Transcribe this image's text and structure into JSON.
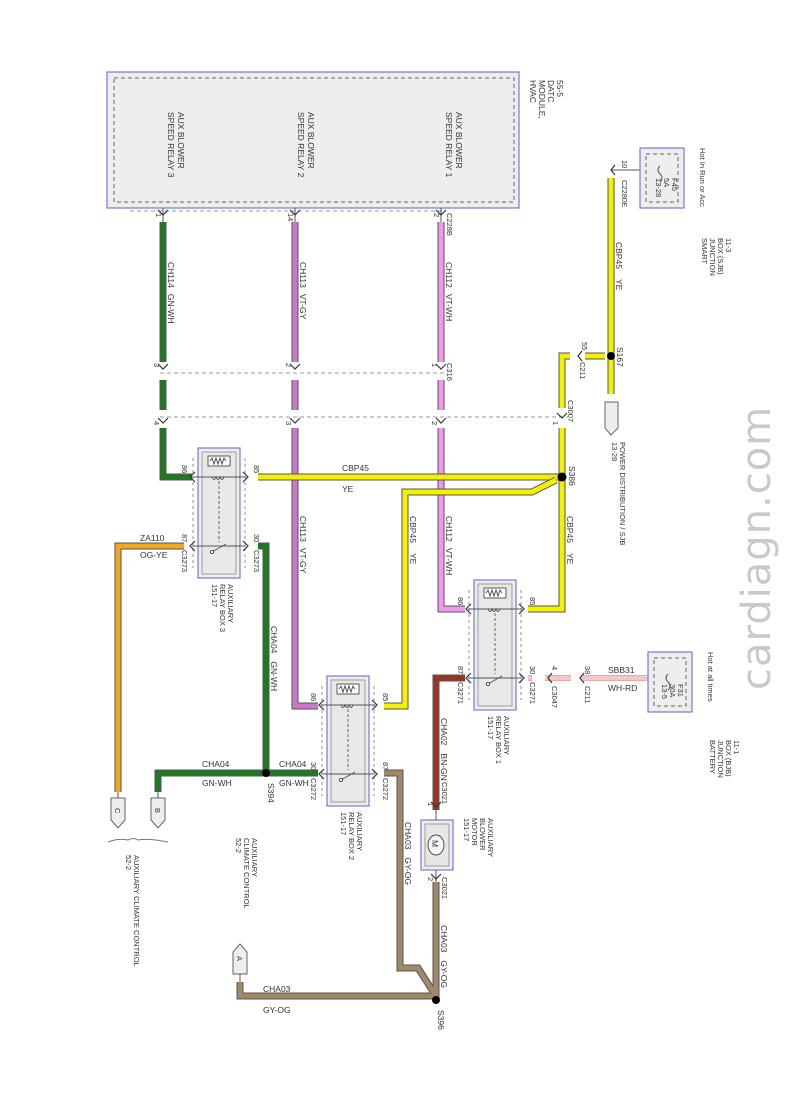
{
  "watermark": "cardiagn.com",
  "hvac_module": {
    "name_lines": [
      "HVAC",
      "MODULE,",
      "DATC",
      "55-5"
    ],
    "outputs": [
      {
        "label_lines": [
          "AUX BLOWER",
          "SPEED RELAY 3"
        ],
        "pin": "1"
      },
      {
        "label_lines": [
          "AUX BLOWER",
          "SPEED RELAY 2"
        ],
        "pin": "14"
      },
      {
        "label_lines": [
          "AUX BLOWER",
          "SPEED RELAY 1"
        ],
        "pin": "2",
        "connector": "C228B"
      }
    ]
  },
  "sjb": {
    "header": "Hot In Run or Acc",
    "fuse": [
      "F45",
      "5A",
      "13-28"
    ],
    "name_lines": [
      "SMART",
      "JUNCTION",
      "BOX (SJB)",
      "11-3"
    ],
    "pin": "10",
    "connector": "C2280E"
  },
  "bjb": {
    "header": "Hot at all times",
    "fuse": [
      "F31",
      "30A",
      "13-5"
    ],
    "name_lines": [
      "BATTERY",
      "JUNCTION",
      "BOX (BJB)",
      "11-1"
    ]
  },
  "power_distribution": {
    "label_lines": [
      "POWER DISTRIBUTION / SJB",
      "13-28"
    ]
  },
  "wires": {
    "ch114": {
      "circuit": "CH114",
      "color": "GN-WH",
      "hex": "#1f7a1f"
    },
    "ch113": {
      "circuit": "CH113",
      "color": "VT-GY",
      "hex": "#cc77cc"
    },
    "ch112": {
      "circuit": "CH112",
      "color": "VT-WH",
      "hex": "#ee99ee"
    },
    "cbp45": {
      "circuit": "CBP45",
      "color": "YE",
      "hex": "#f2f200"
    },
    "cha04": {
      "circuit": "CHA04",
      "color": "GN-WH",
      "hex": "#1f7a1f"
    },
    "za110": {
      "circuit": "ZA110",
      "color": "OG-YE",
      "hex": "#f0a820"
    },
    "cha02": {
      "circuit": "CHA02",
      "color": "BN-GN",
      "hex": "#9a3322"
    },
    "cha03": {
      "circuit": "CHA03",
      "color": "GY-OG",
      "hex": "#a08868"
    },
    "sbb31": {
      "circuit": "SBB31",
      "color": "WH-RD",
      "hex": "#f4c8c8"
    }
  },
  "connectors": {
    "c316": {
      "name": "C316",
      "pins": [
        "3",
        "2",
        "1"
      ]
    },
    "c3007": {
      "name": "C3007",
      "pins": [
        "4",
        "3",
        "2",
        "1"
      ]
    },
    "c211_top": {
      "name": "C211",
      "pin": "55"
    },
    "c211_bjb": {
      "name": "C211",
      "pin": "38"
    },
    "c3047": {
      "name": "C3047",
      "pin": "4"
    },
    "c3021": {
      "name": "C3021",
      "pins": [
        "1",
        "2"
      ]
    }
  },
  "splices": [
    "S167",
    "S386",
    "S394",
    "S396"
  ],
  "relays": [
    {
      "id": "relay3",
      "name_lines": [
        "AUXILIARY",
        "RELAY BOX 3",
        "151-17"
      ],
      "pins": {
        "p86": "86",
        "p85": "85",
        "p87": "87",
        "p30": "30"
      },
      "connector": "C3273"
    },
    {
      "id": "relay2",
      "name_lines": [
        "AUXILIARY",
        "RELAY BOX 2",
        "151-17"
      ],
      "pins": {
        "p86": "86",
        "p85": "85",
        "p30": "30",
        "p87": "87"
      },
      "connector": "C3272"
    },
    {
      "id": "relay1",
      "name_lines": [
        "AUXILIARY",
        "RELAY BOX 1",
        "151-17"
      ],
      "pins": {
        "p86": "86",
        "p85": "85",
        "p87": "87",
        "p30": "30"
      },
      "connector": "C3271"
    }
  ],
  "motor": {
    "name_lines": [
      "AUXILIARY",
      "BLOWER",
      "MOTOR",
      "151-17"
    ],
    "symbol": "M"
  },
  "aux_climate_control": {
    "pins": [
      "C",
      "B",
      "A"
    ],
    "name_lines_bc": [
      "AUXILIARY CLIMATE CONTROL",
      "52-2"
    ],
    "name_lines_a": [
      "AUXILIARY",
      "CLIMATE CONTROL",
      "52-2"
    ]
  }
}
